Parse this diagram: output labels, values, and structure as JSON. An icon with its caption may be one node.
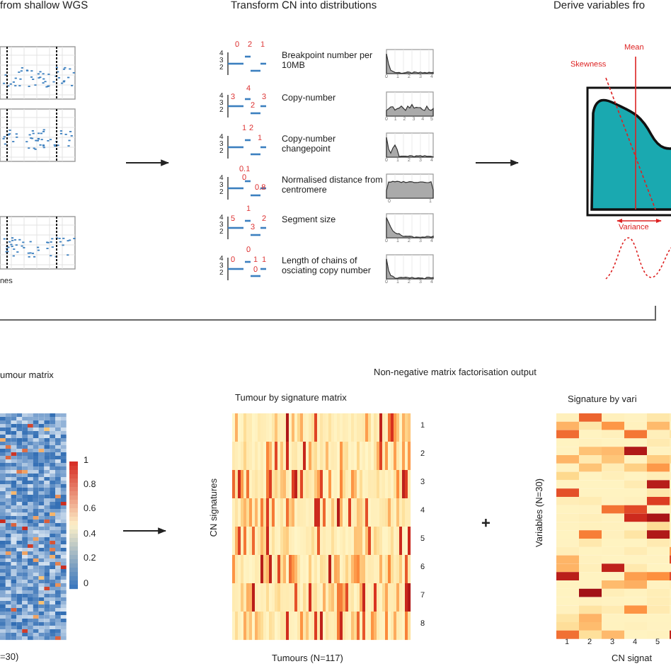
{
  "diagram": {
    "labels": [
      "from shallow WGS",
      "Transform CN into distributions",
      "Derive variables fro",
      "4",
      "3",
      "2",
      "0",
      "2",
      "1",
      "Breakpoint number per 10MB",
      "0",
      "1",
      "2",
      "3",
      "4",
      "4",
      "3",
      "2",
      "4",
      "3",
      "3",
      "2",
      "Copy-number",
      "0",
      "1",
      "2",
      "3",
      "4",
      "5",
      "4",
      "3",
      "2",
      "1",
      "2",
      "1",
      "Copy-number changepoint",
      "0",
      "1",
      "2",
      "3",
      "4",
      "4",
      "3",
      "2",
      "0.1",
      "0",
      "0.8",
      "Normalised distance from centromere",
      "0",
      "1",
      "4",
      "3",
      "2",
      "1",
      "5",
      "2",
      "3",
      "Segment size",
      "0",
      "1",
      "2",
      "3",
      "4",
      "4",
      "3",
      "2",
      "0",
      "0",
      "1",
      "1",
      "0",
      "Length of chains of osciating copy number",
      "0",
      "1",
      "2",
      "3",
      "4",
      "Mean",
      "Skewness",
      "Variance",
      "nes",
      "umour matrix",
      "Non-negative matrix factorisation output",
      "Tumour by signature matrix",
      "Signature by vari",
      "1",
      "0.8",
      "0.6",
      "0.4",
      "0.2",
      "0",
      "CN signatures",
      "1",
      "2",
      "3",
      "4",
      "5",
      "6",
      "7",
      "8",
      "+",
      "Variables (N=30)",
      "1",
      "2",
      "3",
      "4",
      "5",
      "=30)",
      "Tumours (N=117)",
      "CN signat"
    ]
  }
}
